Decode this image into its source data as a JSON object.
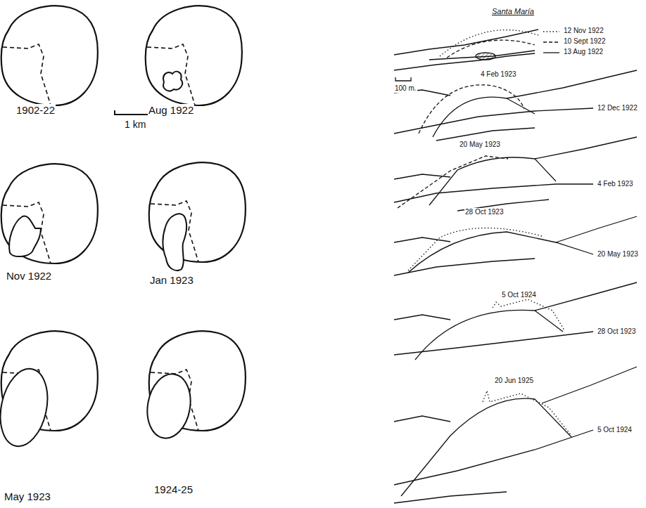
{
  "diagram": {
    "labels": [
      "1902-22",
      "Aug 1922",
      "1 km",
      "Nov 1922",
      "Jan 1923",
      "May 1923",
      "1924-25",
      "Santa María",
      "100 m.",
      "4 Feb 1923",
      "12 Dec 1922",
      "20 May 1923",
      "4 Feb 1923",
      "28 Oct 1923",
      "20 May 1923",
      "5 Oct 1924",
      "28 Oct 1923",
      "20 Jun 1925",
      "5 Oct 1924"
    ],
    "legend": [
      {
        "text": "12 Nov 1922"
      },
      {
        "text": "10 Sept 1922"
      },
      {
        "text": "13 Aug 1922"
      }
    ]
  }
}
